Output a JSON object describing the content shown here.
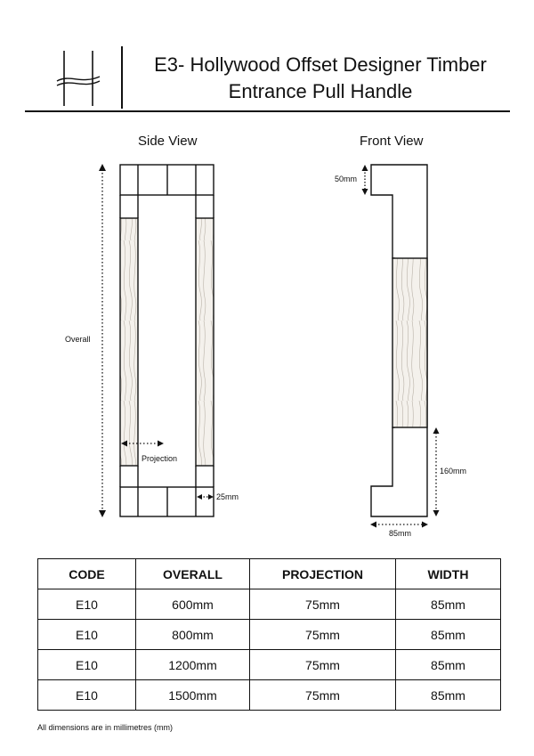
{
  "header": {
    "title_line1": "E3- Hollywood Offset Designer Timber",
    "title_line2": "Entrance Pull Handle"
  },
  "views": {
    "side_label": "Side View",
    "front_label": "Front View"
  },
  "dimensions": {
    "overall": "Overall",
    "projection": "Projection",
    "d25": "25mm",
    "d50": "50mm",
    "d160": "160mm",
    "d85": "85mm"
  },
  "table": {
    "headers": [
      "CODE",
      "OVERALL",
      "PROJECTION",
      "WIDTH"
    ],
    "rows": [
      [
        "E10",
        "600mm",
        "75mm",
        "85mm"
      ],
      [
        "E10",
        "800mm",
        "75mm",
        "85mm"
      ],
      [
        "E10",
        "1200mm",
        "75mm",
        "85mm"
      ],
      [
        "E10",
        "1500mm",
        "75mm",
        "85mm"
      ]
    ]
  },
  "footnote": "All dimensions are in millimetres (mm)",
  "colors": {
    "line": "#111111",
    "wood_fill": "#f4f1ec",
    "grain": "#b9b2a8"
  }
}
